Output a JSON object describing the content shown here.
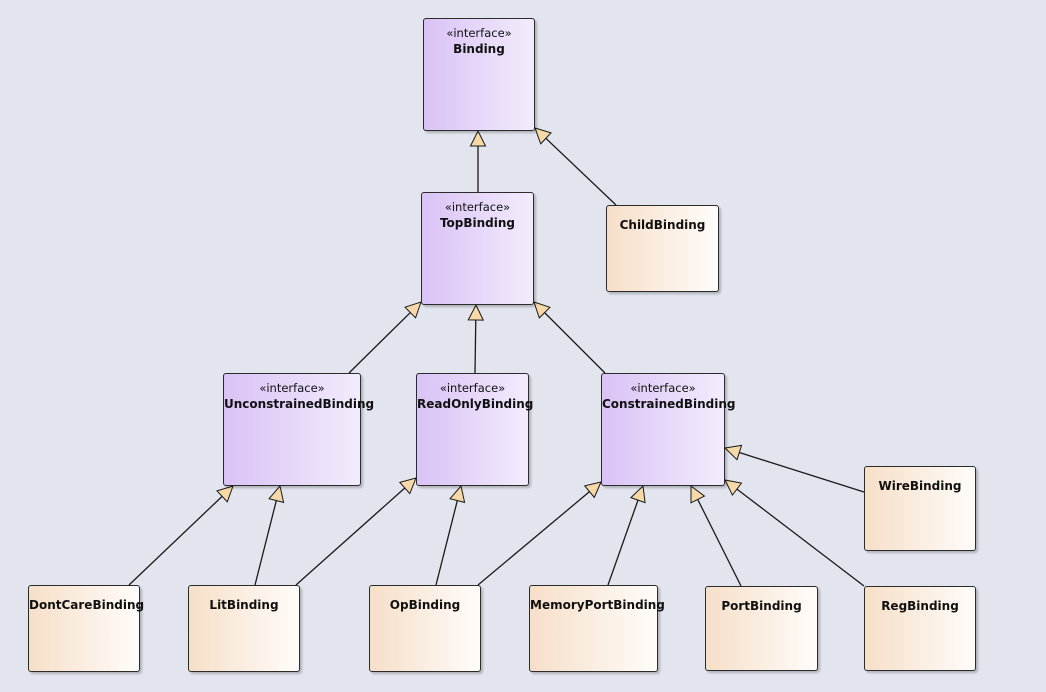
{
  "colors": {
    "background": "#e2e4ee",
    "interface_fill_start": "#d9c2f5",
    "interface_fill_end": "#f3ecfd",
    "class_fill_start": "#f6dfc8",
    "class_fill_end": "#fffcfa",
    "arrowhead_fill": "#f7d9a8",
    "line": "#1a1a1a"
  },
  "stereotype_label": "«interface»",
  "nodes": [
    {
      "id": "binding",
      "name": "Binding",
      "kind": "interface"
    },
    {
      "id": "topbinding",
      "name": "TopBinding",
      "kind": "interface"
    },
    {
      "id": "childbinding",
      "name": "ChildBinding",
      "kind": "class"
    },
    {
      "id": "unconstrained",
      "name": "UnconstrainedBinding",
      "kind": "interface"
    },
    {
      "id": "readonly",
      "name": "ReadOnlyBinding",
      "kind": "interface"
    },
    {
      "id": "constrained",
      "name": "ConstrainedBinding",
      "kind": "interface"
    },
    {
      "id": "wirebinding",
      "name": "WireBinding",
      "kind": "class"
    },
    {
      "id": "dontcare",
      "name": "DontCareBinding",
      "kind": "class"
    },
    {
      "id": "litbinding",
      "name": "LitBinding",
      "kind": "class"
    },
    {
      "id": "opbinding",
      "name": "OpBinding",
      "kind": "class"
    },
    {
      "id": "memoryport",
      "name": "MemoryPortBinding",
      "kind": "class"
    },
    {
      "id": "portbinding",
      "name": "PortBinding",
      "kind": "class"
    },
    {
      "id": "regbinding",
      "name": "RegBinding",
      "kind": "class"
    }
  ],
  "edges": [
    {
      "from": "topbinding",
      "to": "binding",
      "type": "generalization"
    },
    {
      "from": "childbinding",
      "to": "binding",
      "type": "generalization"
    },
    {
      "from": "unconstrained",
      "to": "topbinding",
      "type": "generalization"
    },
    {
      "from": "readonly",
      "to": "topbinding",
      "type": "generalization"
    },
    {
      "from": "constrained",
      "to": "topbinding",
      "type": "generalization"
    },
    {
      "from": "dontcare",
      "to": "unconstrained",
      "type": "generalization"
    },
    {
      "from": "litbinding",
      "to": "unconstrained",
      "type": "generalization"
    },
    {
      "from": "litbinding",
      "to": "readonly",
      "type": "generalization"
    },
    {
      "from": "opbinding",
      "to": "readonly",
      "type": "generalization"
    },
    {
      "from": "opbinding",
      "to": "constrained",
      "type": "generalization"
    },
    {
      "from": "memoryport",
      "to": "constrained",
      "type": "generalization"
    },
    {
      "from": "portbinding",
      "to": "constrained",
      "type": "generalization"
    },
    {
      "from": "regbinding",
      "to": "constrained",
      "type": "generalization"
    },
    {
      "from": "wirebinding",
      "to": "constrained",
      "type": "generalization"
    }
  ]
}
